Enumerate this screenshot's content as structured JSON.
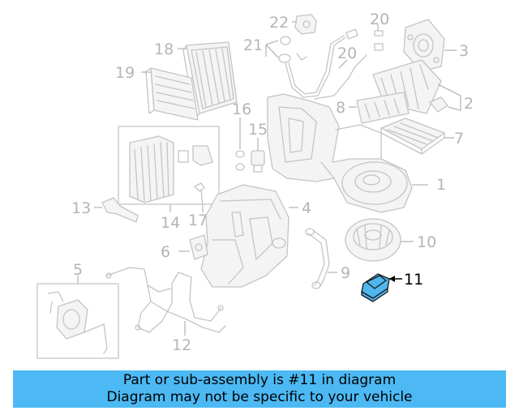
{
  "diagram": {
    "callouts": [
      "1",
      "2",
      "3",
      "4",
      "5",
      "6",
      "7",
      "8",
      "9",
      "10",
      "11",
      "12",
      "13",
      "14",
      "15",
      "16",
      "17",
      "18",
      "19",
      "20",
      "20",
      "21",
      "22"
    ],
    "highlight_callout": "11",
    "highlight_color": "#4fb6ef"
  },
  "banner": {
    "line1": "Part or sub-assembly is #11 in diagram",
    "line2": "Diagram may not be specific to your vehicle",
    "background": "#4cb9f4"
  }
}
